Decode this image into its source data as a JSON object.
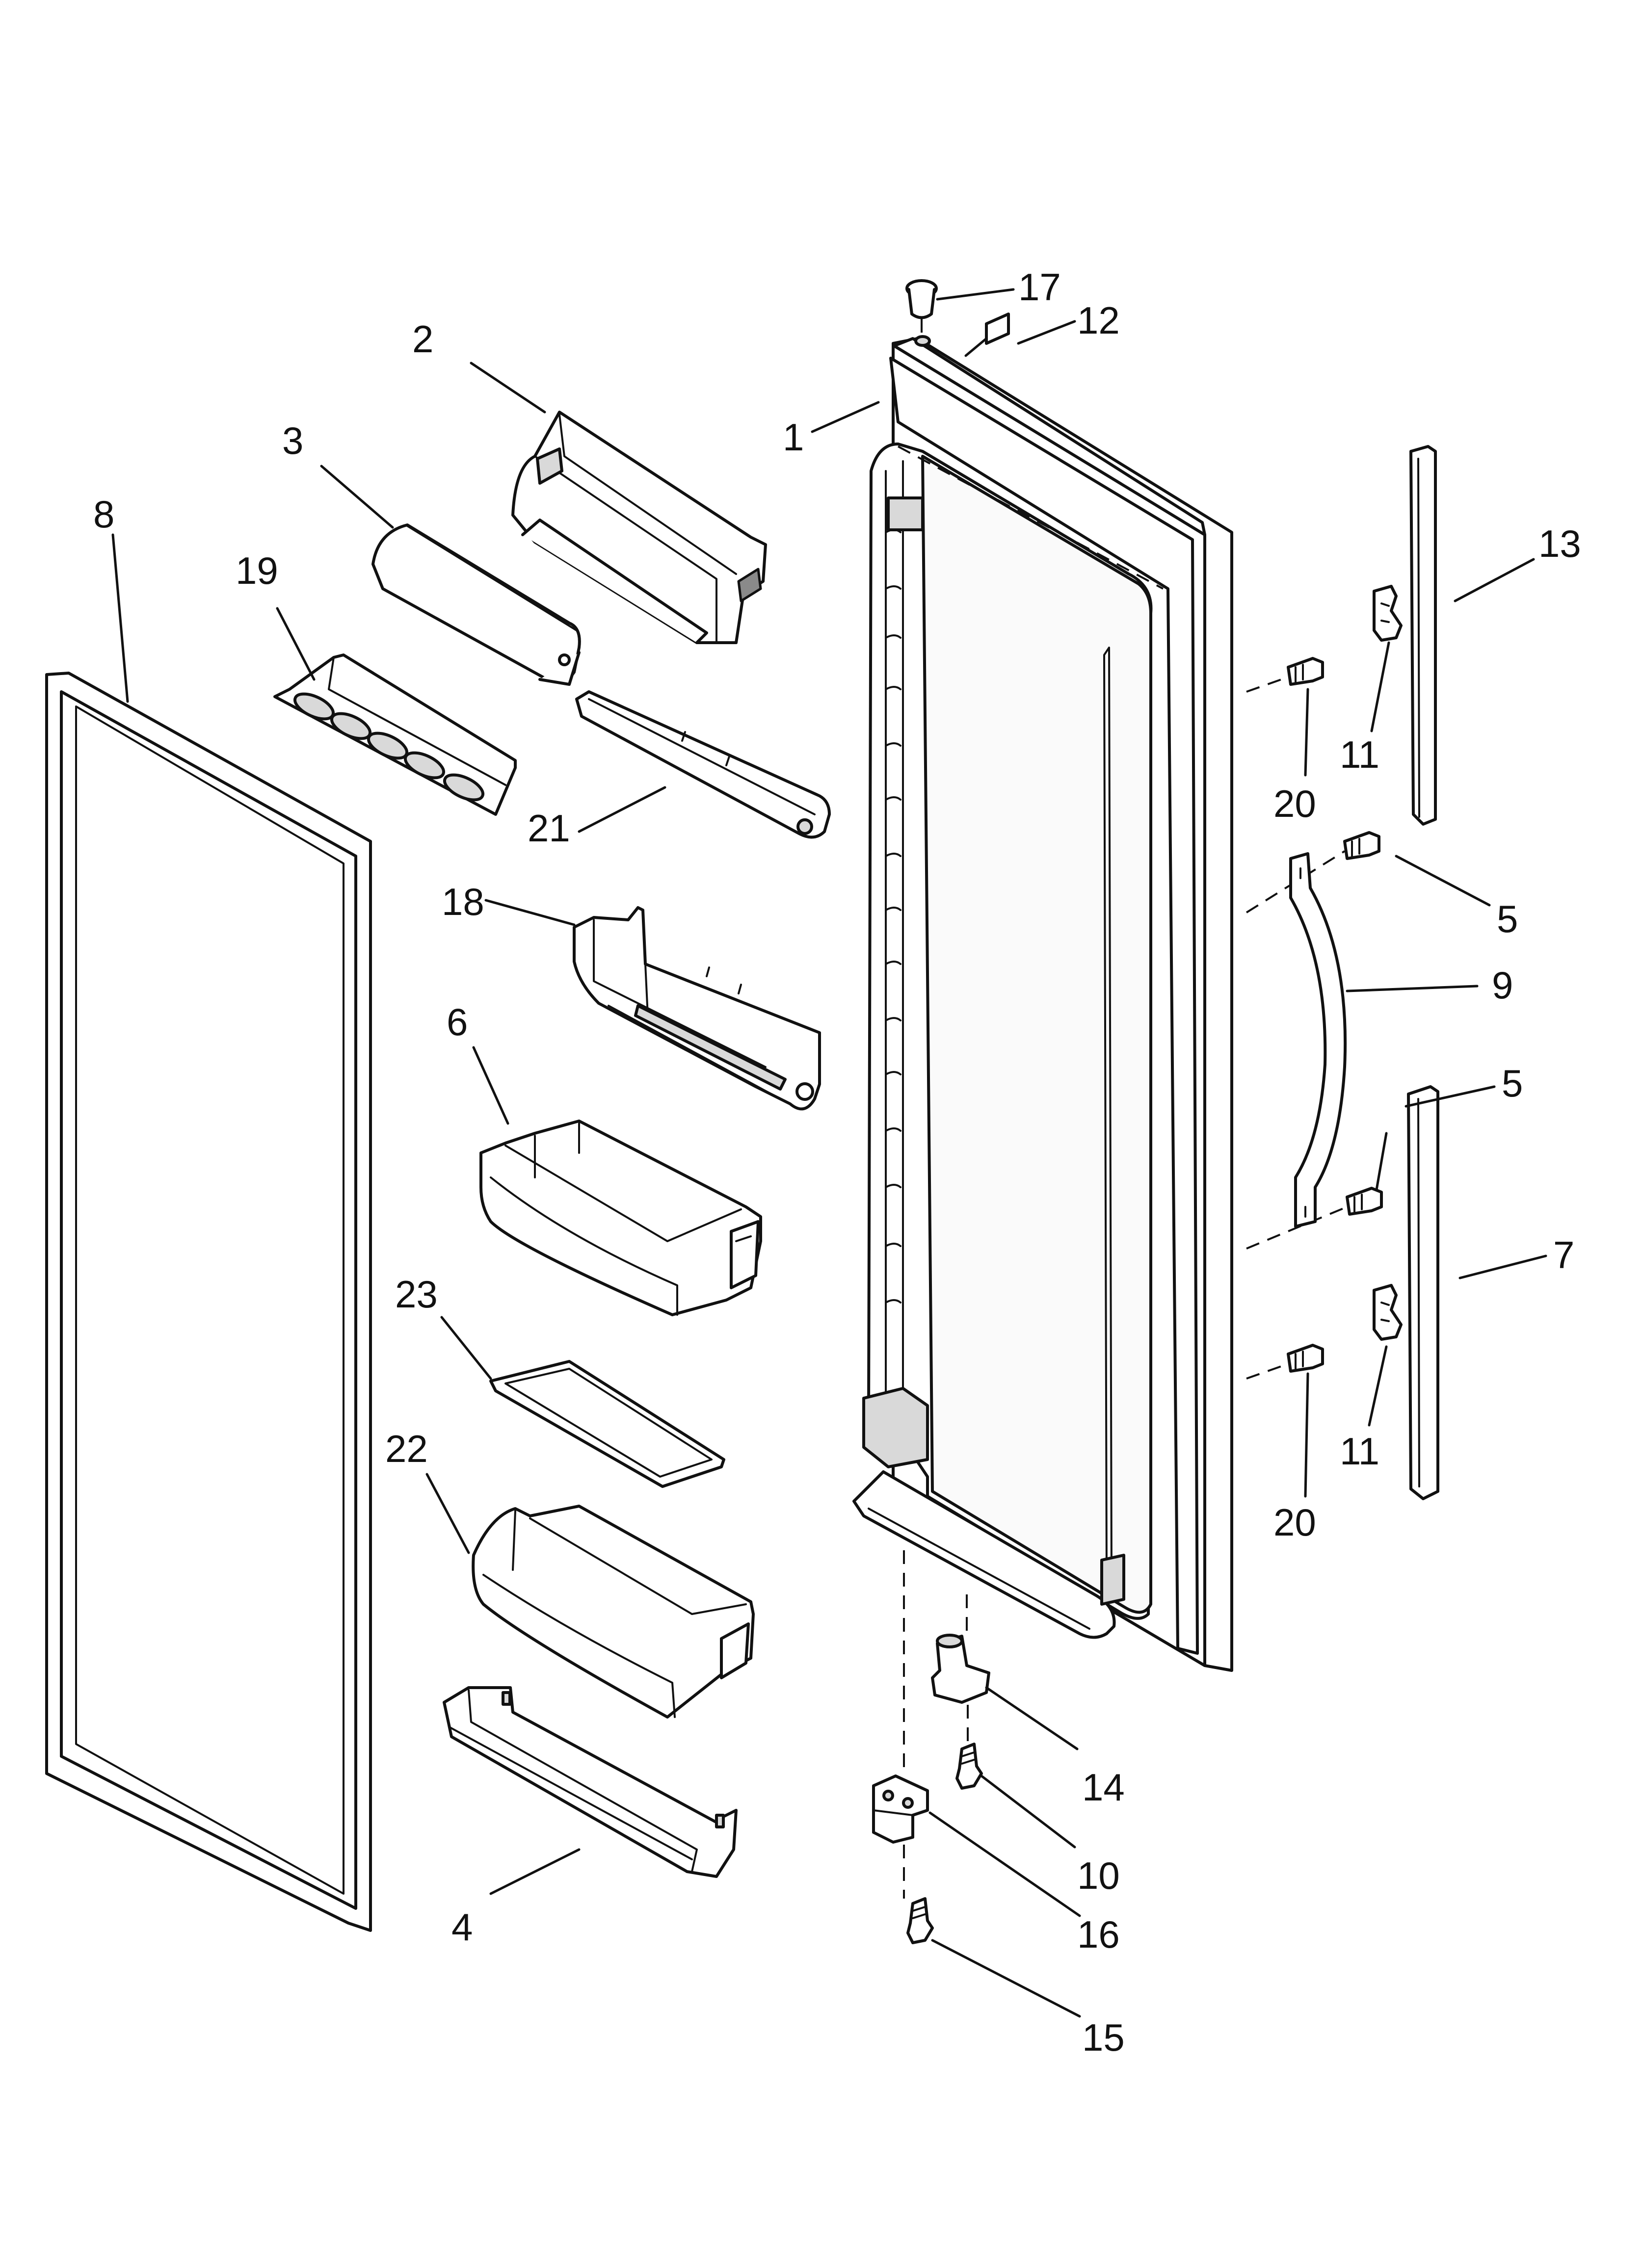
{
  "diagram": {
    "callouts": [
      {
        "id": "c17",
        "text": "17"
      },
      {
        "id": "c12",
        "text": "12"
      },
      {
        "id": "c2",
        "text": "2"
      },
      {
        "id": "c1",
        "text": "1"
      },
      {
        "id": "c3",
        "text": "3"
      },
      {
        "id": "c8",
        "text": "8"
      },
      {
        "id": "c19",
        "text": "19"
      },
      {
        "id": "c13",
        "text": "13"
      },
      {
        "id": "c11a",
        "text": "11"
      },
      {
        "id": "c20a",
        "text": "20"
      },
      {
        "id": "c21",
        "text": "21"
      },
      {
        "id": "c5a",
        "text": "5"
      },
      {
        "id": "c18",
        "text": "18"
      },
      {
        "id": "c9",
        "text": "9"
      },
      {
        "id": "c6",
        "text": "6"
      },
      {
        "id": "c5b",
        "text": "5"
      },
      {
        "id": "c7",
        "text": "7"
      },
      {
        "id": "c23",
        "text": "23"
      },
      {
        "id": "c11b",
        "text": "11"
      },
      {
        "id": "c22",
        "text": "22"
      },
      {
        "id": "c20b",
        "text": "20"
      },
      {
        "id": "c14",
        "text": "14"
      },
      {
        "id": "c10",
        "text": "10"
      },
      {
        "id": "c4",
        "text": "4"
      },
      {
        "id": "c16",
        "text": "16"
      },
      {
        "id": "c15",
        "text": "15"
      }
    ]
  }
}
